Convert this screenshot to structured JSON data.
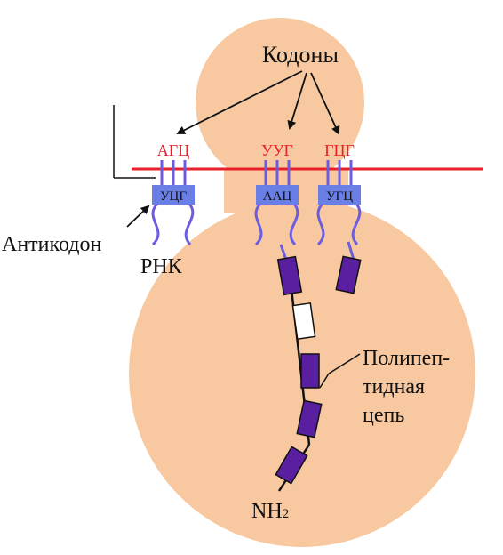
{
  "labels": {
    "codons_title": "Кодоны",
    "anticodon": "Антикодон",
    "rna": "РНК",
    "polypeptide_line1": "Полипеп-",
    "polypeptide_line2": "тидная",
    "polypeptide_line3": "цепь",
    "n_terminus": "NH",
    "n_terminus_sub": "2"
  },
  "codons": [
    "АГЦ",
    "УУГ",
    "ГЦГ"
  ],
  "anticodons": [
    "УЦГ",
    "ААЦ",
    "УГЦ"
  ],
  "colors": {
    "ribosome": "#f8c9a0",
    "mrna": "#e8202a",
    "codon_text": "#e8202a",
    "trna": "#6b5ce0",
    "anticodon_box": "#6a7fe6",
    "amino_acid": "#5a1fa0",
    "amino_acid_new": "#ffffff",
    "text": "#111111"
  }
}
